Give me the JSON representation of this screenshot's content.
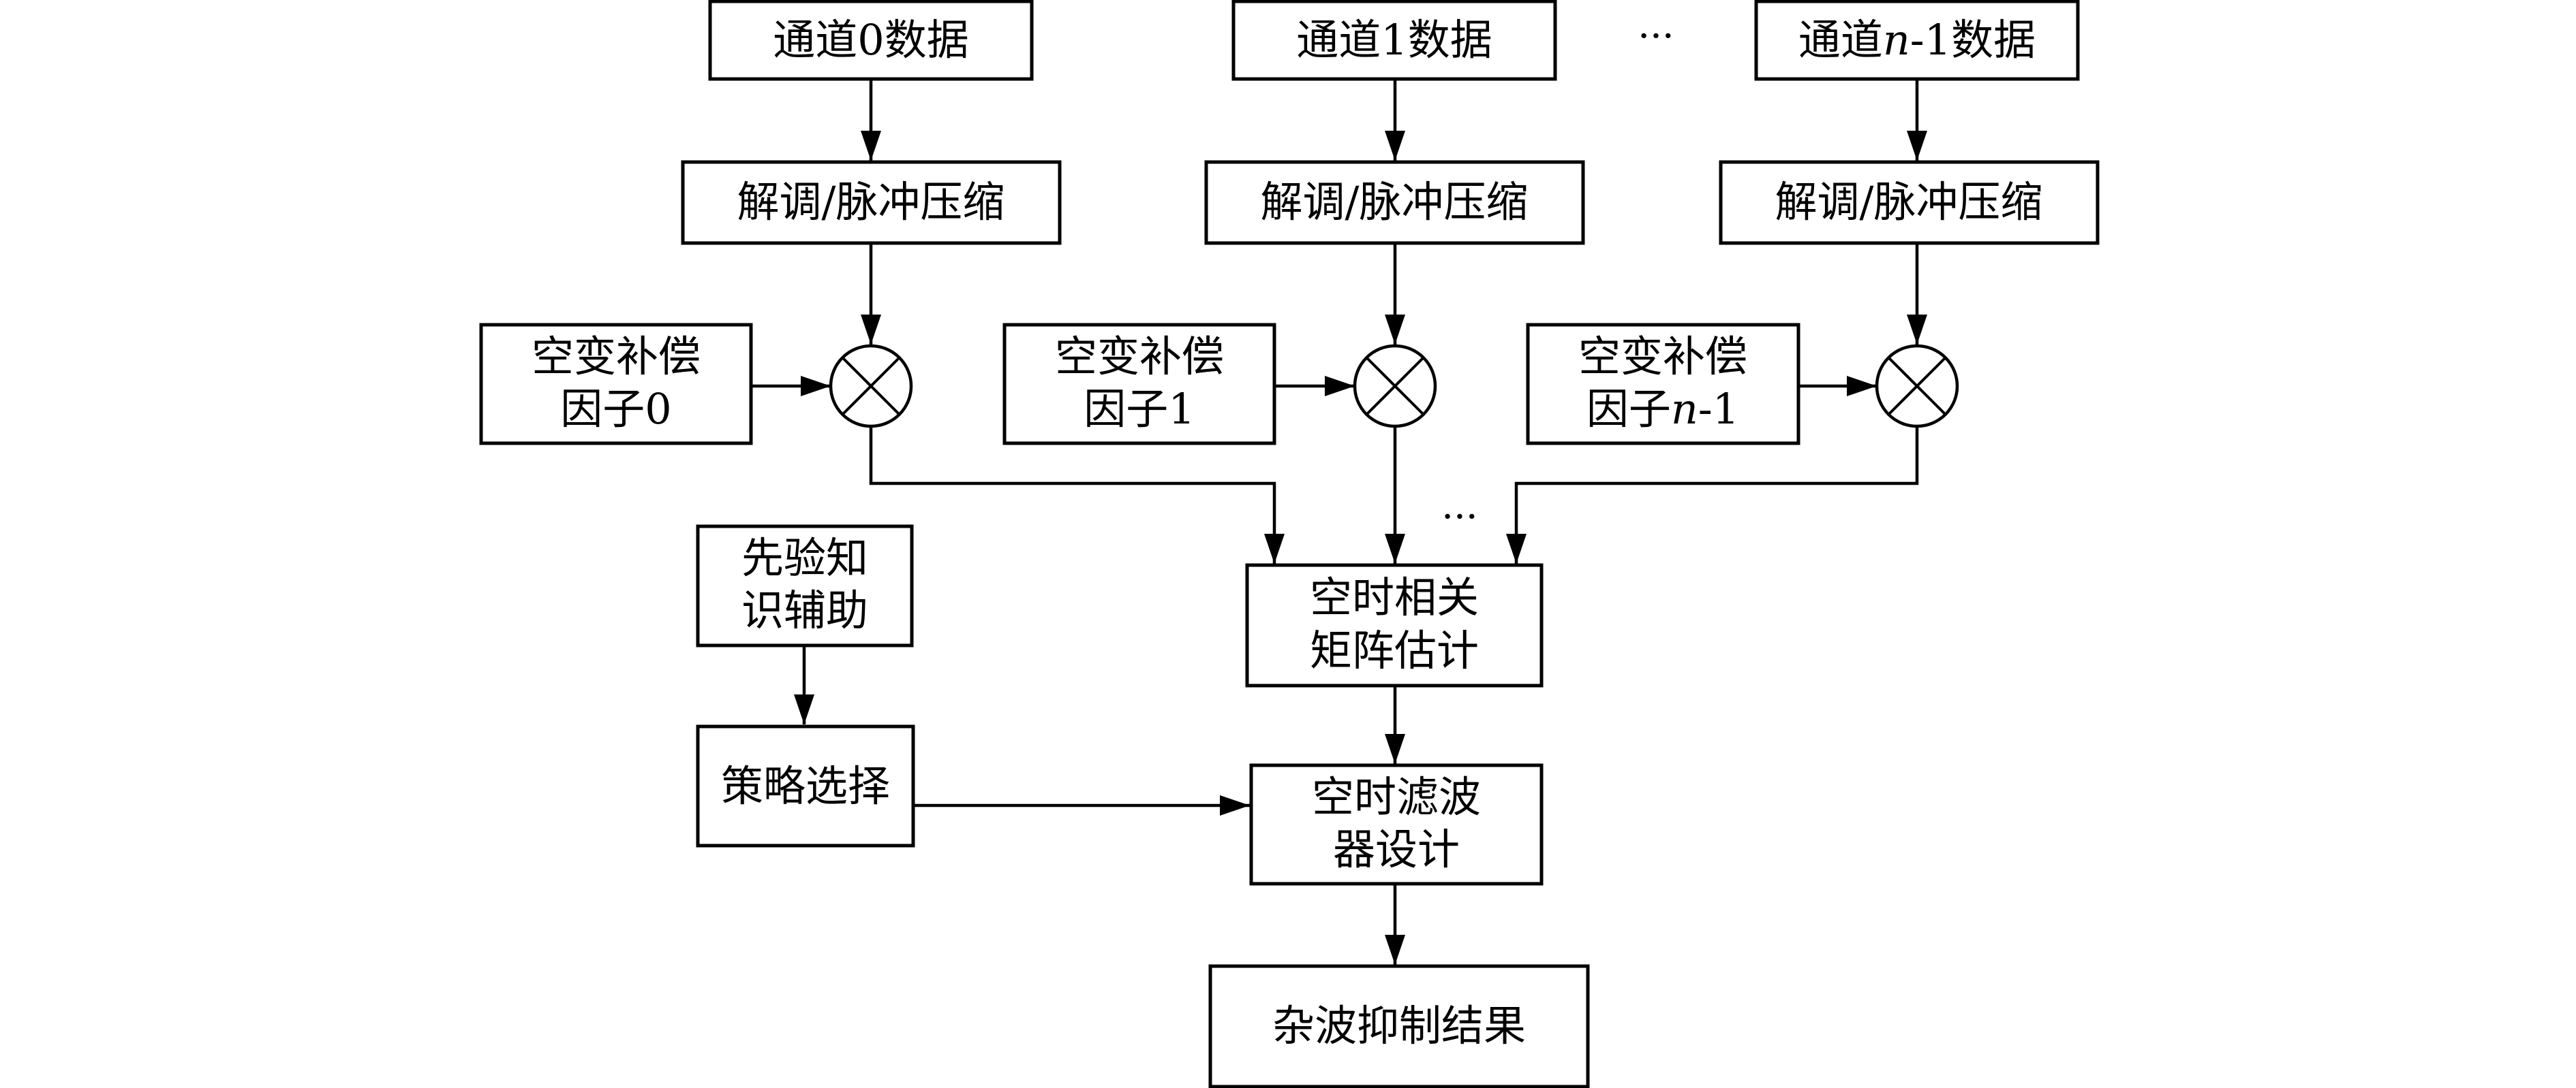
{
  "channel_data": [
    {
      "label": "通道0数据"
    },
    {
      "label": "通道1数据"
    },
    {
      "label_parts": [
        "通道",
        "n",
        "-1数据"
      ]
    }
  ],
  "demod": {
    "label": "解调/脉冲压缩"
  },
  "compensation": [
    {
      "line1": "空变补偿",
      "line2": "因子0"
    },
    {
      "line1": "空变补偿",
      "line2": "因子1"
    },
    {
      "line1": "空变补偿",
      "line2_parts": [
        "因子",
        "n",
        "-1"
      ]
    }
  ],
  "prior_knowledge": {
    "line1": "先验知",
    "line2": "识辅助"
  },
  "strategy": {
    "label": "策略选择"
  },
  "covariance": {
    "line1": "空时相关",
    "line2": "矩阵估计"
  },
  "filter_design": {
    "line1": "空时滤波",
    "line2": "器设计"
  },
  "result": {
    "label": "杂波抑制结果"
  },
  "ellipsis": "···"
}
